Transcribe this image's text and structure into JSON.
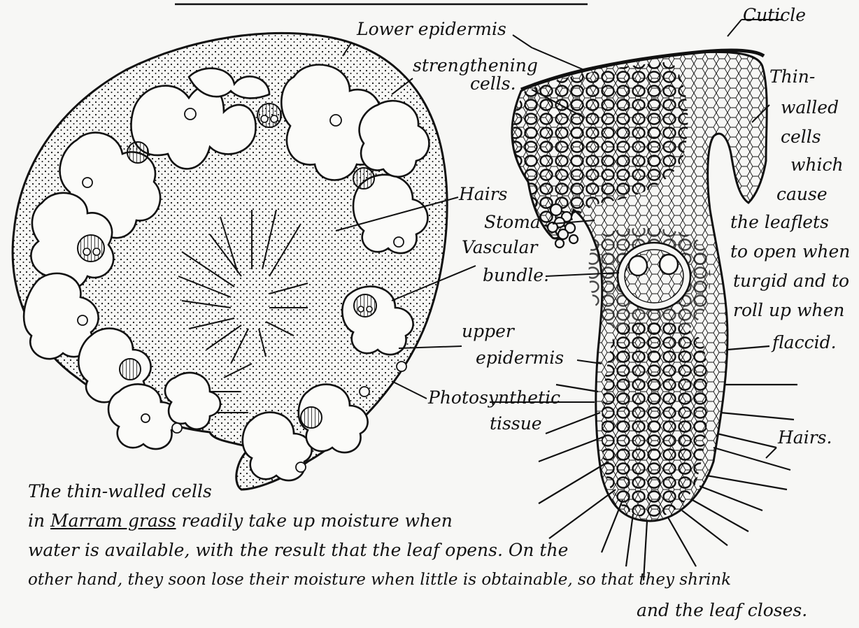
{
  "labels": {
    "lower_epidermis": "Lower epidermis",
    "strengthening": [
      "strengthening",
      "cells."
    ],
    "cuticle": "Cuticle",
    "thin_walled": [
      "Thin-",
      "walled",
      "cells",
      "which",
      "cause",
      "the leaflets",
      "to open when",
      "turgid and to",
      "roll up when",
      "flaccid."
    ],
    "hairs_left": "Hairs",
    "stoma": "Stoma",
    "vascular": [
      "Vascular",
      "bundle."
    ],
    "upper_epidermis": [
      "upper",
      "epidermis"
    ],
    "photosynthetic": [
      "Photosynthetic",
      "tissue"
    ],
    "hairs_right": "Hairs."
  },
  "note": {
    "line1": "The thin-walled cells",
    "line2_a": "in ",
    "line2_b": "Marram grass",
    "line2_c": " readily take up moisture when",
    "line3": "water is available, with the result that the leaf opens. On the",
    "line4": "other hand, they soon lose their moisture when little is obtainable, so that they shrink",
    "line5": "and the leaf closes."
  },
  "colors": {
    "ink": "#111111",
    "paper": "#f7f7f5"
  }
}
